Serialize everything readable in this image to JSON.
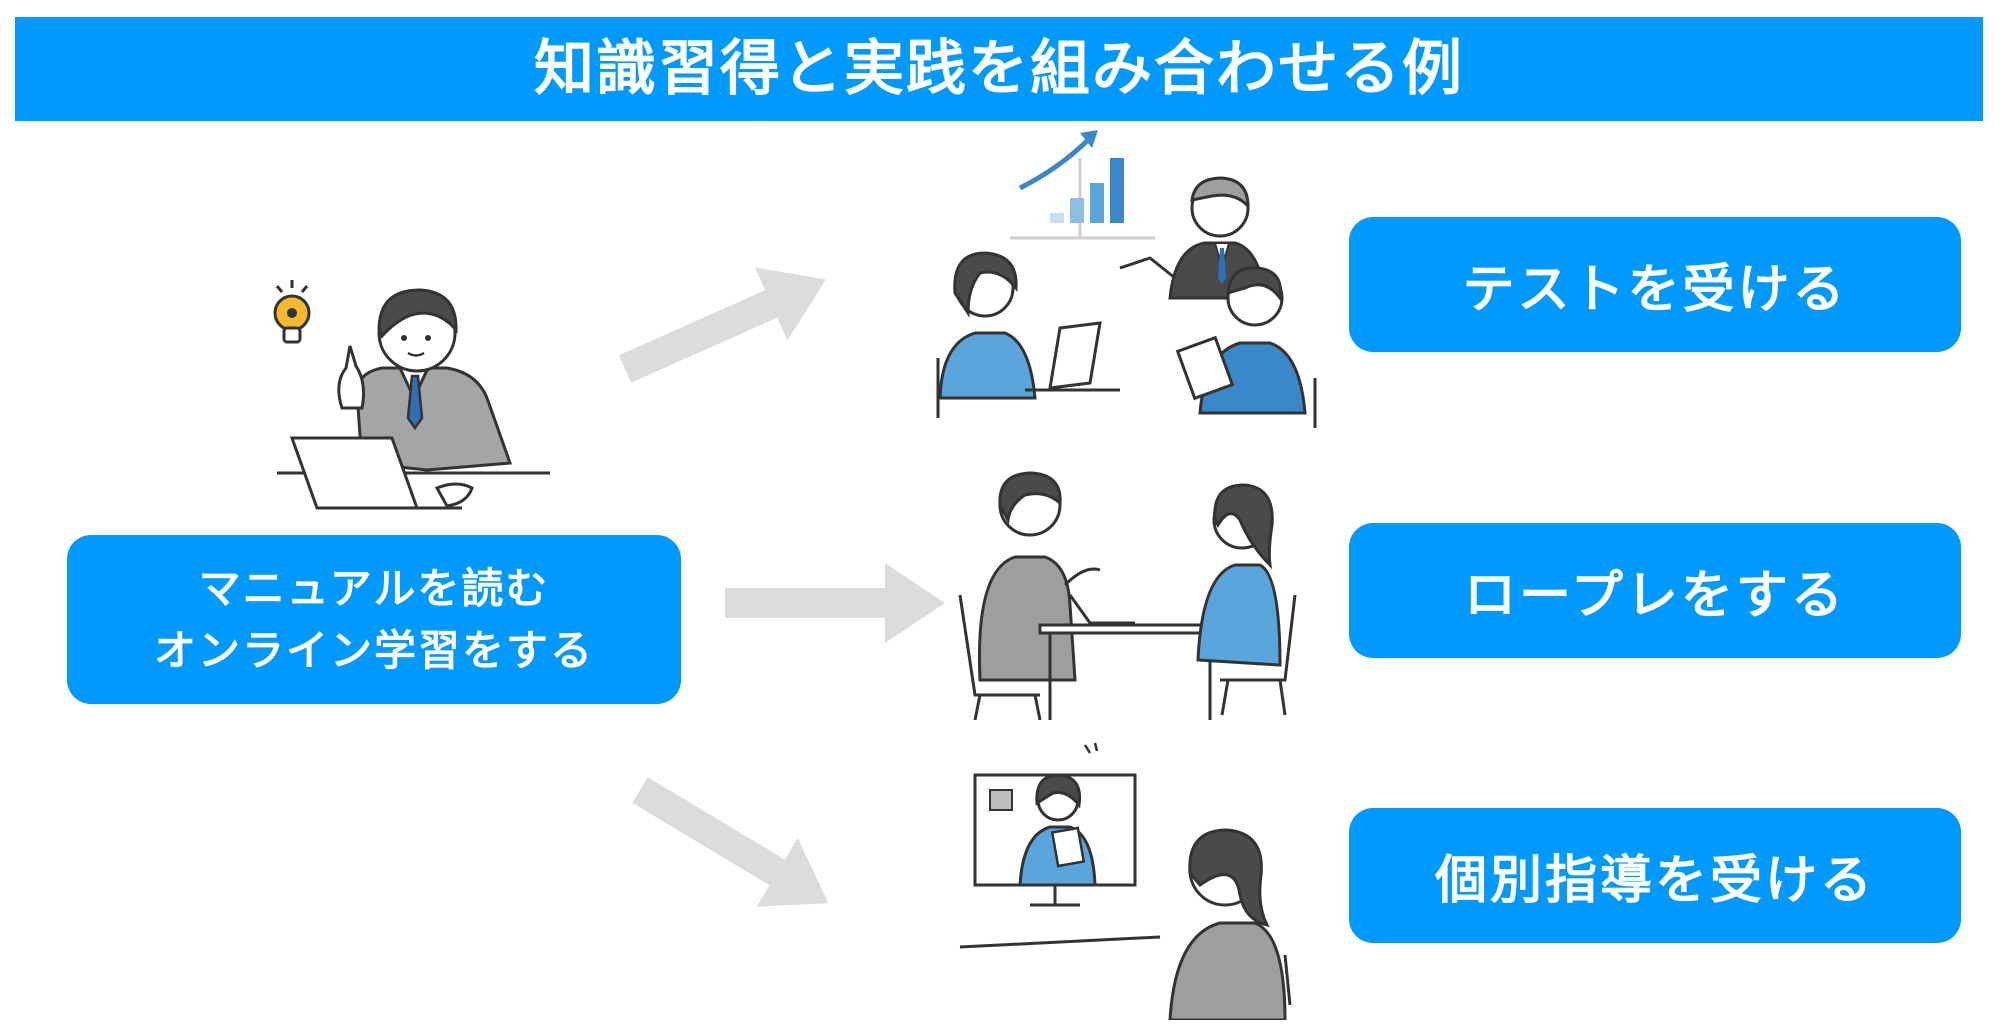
{
  "title": "知識習得と実践を組み合わせる例",
  "source": {
    "line1": "マニュアルを読む",
    "line2": "オンライン学習をする"
  },
  "outcomes": [
    {
      "label": "テストを受ける"
    },
    {
      "label": "ロープレをする"
    },
    {
      "label": "個別指導を受ける"
    }
  ],
  "colors": {
    "accent": "#0099ff",
    "arrow": "#dcdcdc",
    "suit_gray": "#9e9e9e",
    "shirt_blue": "#5aa5dc",
    "hair": "#4a4a4a"
  },
  "illustrations": {
    "studying": "person-at-laptop-with-lightbulb",
    "meeting": "presentation-meeting-with-chart",
    "roleplay": "two-people-at-table",
    "coaching": "video-call-coaching"
  }
}
